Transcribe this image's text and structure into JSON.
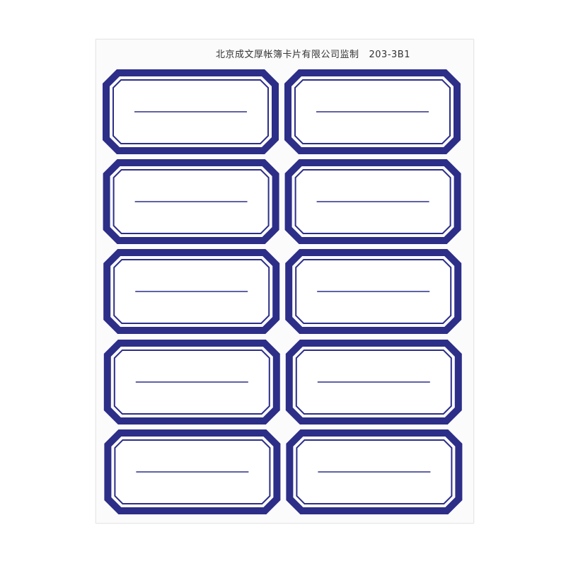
{
  "header": {
    "manufacturer": "北京成文厚帐簿卡片有限公司监制",
    "model_code": "203-3B1"
  },
  "labels": {
    "rows": 5,
    "columns": 2,
    "count": 10
  },
  "colors": {
    "border": "#2c2e88",
    "paper": "#fbfbfb"
  }
}
